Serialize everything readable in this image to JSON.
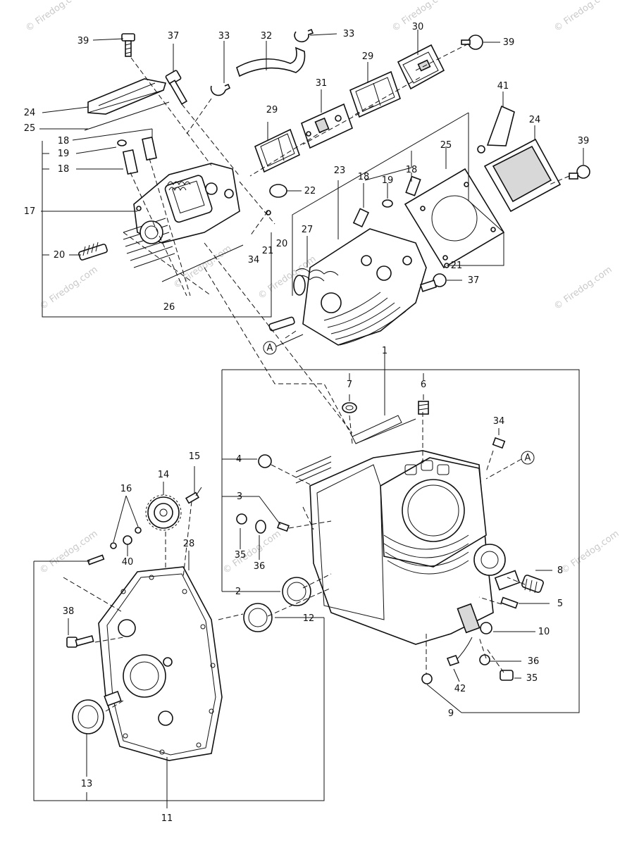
{
  "watermarks": [
    "© Firedog.com",
    "© Firedog.com",
    "© Firedog.com",
    "© Firedog.com",
    "© Firedog.com",
    "© Firedog.com",
    "© Firedog.com",
    "© Firedog.com",
    "© Firedog.com",
    "© Firedog.com",
    "© Firedog.com"
  ],
  "callouts": [
    "39",
    "37",
    "33",
    "32",
    "33",
    "29",
    "30",
    "39",
    "31",
    "41",
    "24",
    "39",
    "24",
    "25",
    "18",
    "19",
    "18",
    "29",
    "22",
    "23",
    "18",
    "19",
    "18",
    "25",
    "17",
    "20",
    "34",
    "21",
    "20",
    "27",
    "21",
    "37",
    "26",
    "A",
    "1",
    "7",
    "6",
    "34",
    "4",
    "A",
    "15",
    "14",
    "16",
    "3",
    "35",
    "36",
    "40",
    "28",
    "8",
    "2",
    "5",
    "38",
    "12",
    "10",
    "36",
    "42",
    "35",
    "9",
    "13",
    "11"
  ]
}
